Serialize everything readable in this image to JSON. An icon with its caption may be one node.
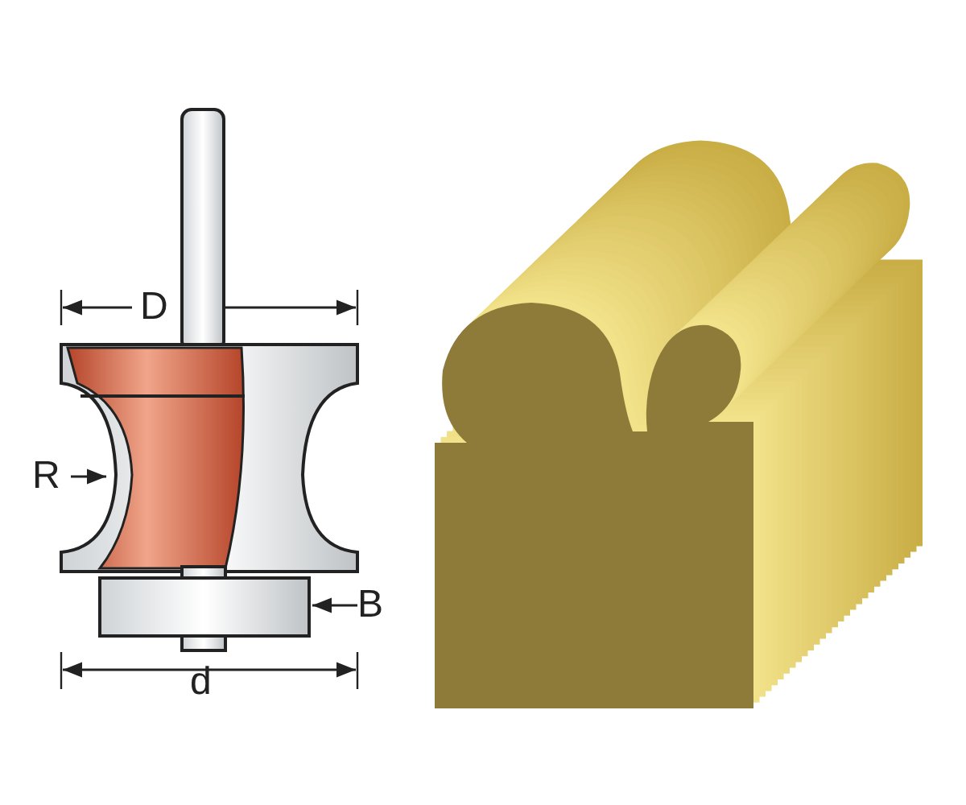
{
  "diagram": {
    "labels": [
      "D",
      "R",
      "B",
      "d"
    ]
  }
}
